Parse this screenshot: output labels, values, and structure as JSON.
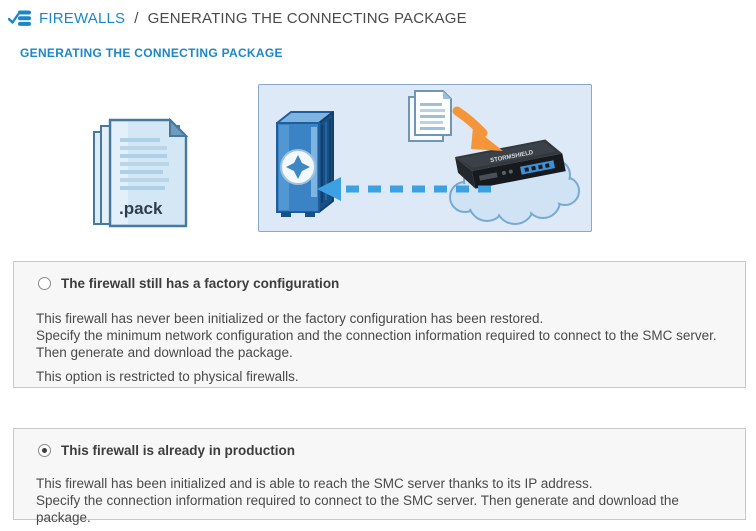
{
  "breadcrumb": {
    "section": "FIREWALLS",
    "separator": "/",
    "page": "GENERATING THE CONNECTING PACKAGE"
  },
  "page": {
    "title": "GENERATING THE CONNECTING PACKAGE"
  },
  "illustration": {
    "pack_label": ".pack",
    "appliance_label": "STORMSHIELD"
  },
  "options": [
    {
      "label": "The firewall still has a factory configuration",
      "selected": false,
      "p1": "This firewall has never been initialized or the factory configuration has been restored.",
      "p2": "Specify the minimum network configuration and the connection information required to connect to the SMC server. Then generate and download the package.",
      "note": "This option is restricted to physical firewalls."
    },
    {
      "label": "This firewall is already in production",
      "selected": true,
      "p1": "This firewall has been initialized and is able to reach the SMC server thanks to its IP address.",
      "p2": "Specify the connection information required to connect to the SMC server. Then generate and download the package."
    }
  ],
  "colors": {
    "accent_blue": "#1b87c9",
    "text_gray": "#4a4a4a",
    "box_bg": "#f7f7f7",
    "box_border": "#c8c8c8",
    "diagram_bg": "#dde9f6",
    "diagram_border": "#8aa8c8",
    "arrow_orange": "#f4953a",
    "arrow_dashed_blue": "#3da0e0"
  }
}
